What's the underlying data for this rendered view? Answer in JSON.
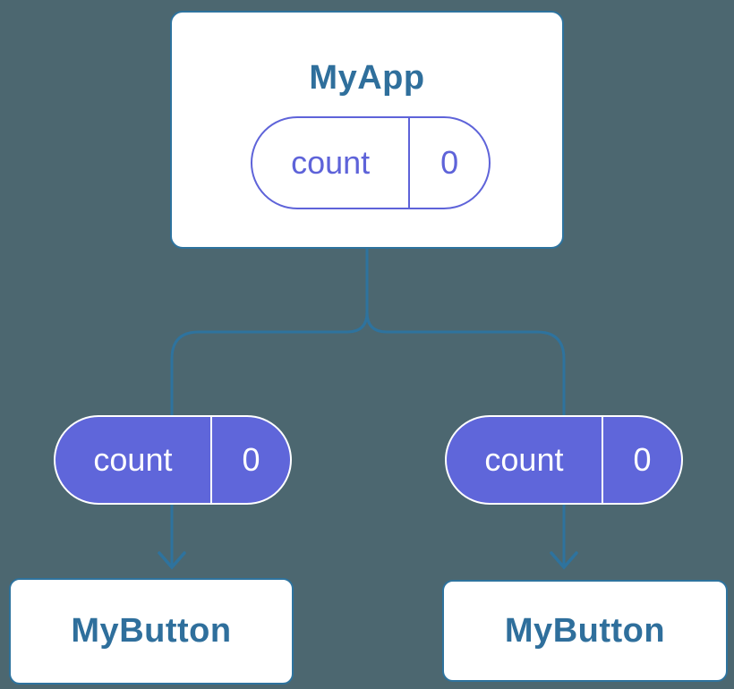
{
  "diagram": {
    "description": "component-tree-state-diagram",
    "colors": {
      "background": "#4C6770",
      "line_blue": "#2E739E",
      "text_blue": "#2F6F9C",
      "purple": "#5F66DA",
      "purple_outline": "#5E63D9",
      "card_background": "#FFFFFF"
    },
    "nodes": {
      "app": {
        "title": "MyApp",
        "state": {
          "name": "count",
          "value": "0"
        }
      },
      "button_left": {
        "title": "MyButton",
        "prop": {
          "name": "count",
          "value": "0"
        }
      },
      "button_right": {
        "title": "MyButton",
        "prop": {
          "name": "count",
          "value": "0"
        }
      }
    }
  }
}
